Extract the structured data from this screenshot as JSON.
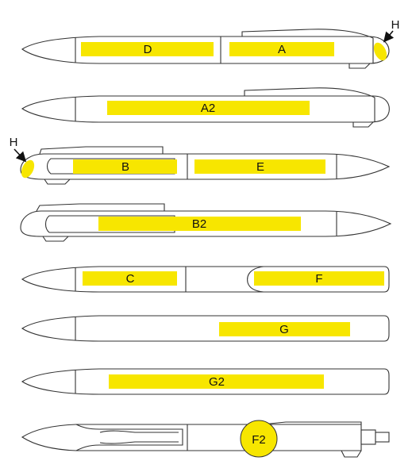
{
  "pen_1": {
    "zone_left": "D",
    "zone_right": "A",
    "callout": "H"
  },
  "pen_2": {
    "zone": "A2"
  },
  "pen_3": {
    "callout": "H",
    "zone_left": "B",
    "zone_right": "E"
  },
  "pen_4": {
    "zone": "B2"
  },
  "pen_5": {
    "zone_left": "C",
    "zone_right": "F"
  },
  "pen_6": {
    "zone": "G"
  },
  "pen_7": {
    "zone": "G2"
  },
  "pen_8": {
    "zone": "F2"
  },
  "colors": {
    "print_zone": "#f7e600",
    "outline": "#333333"
  }
}
